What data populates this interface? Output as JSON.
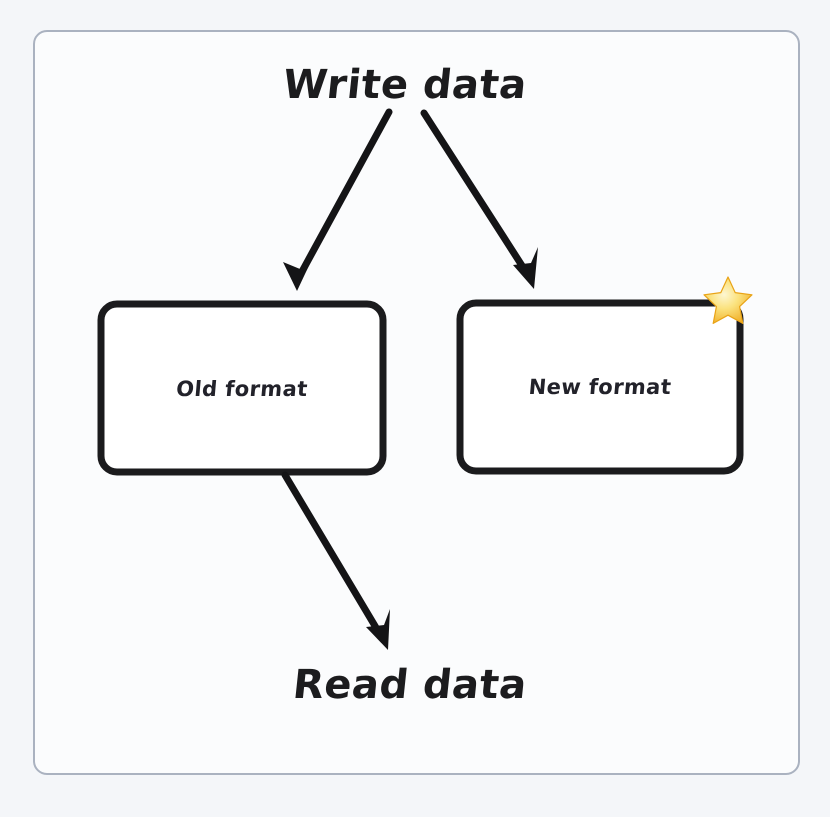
{
  "diagram": {
    "title_top": "Write data",
    "title_bottom": "Read data",
    "boxes": [
      {
        "id": "old-format",
        "label": "Old format",
        "starred": false
      },
      {
        "id": "new-format",
        "label": "New format",
        "starred": true
      }
    ],
    "badge": {
      "icon": "star-icon",
      "glyph": "★"
    },
    "arrows": [
      {
        "from": "Write data",
        "to": "Old format"
      },
      {
        "from": "Write data",
        "to": "New format"
      },
      {
        "from": "Old format",
        "to": "Read data"
      }
    ],
    "colors": {
      "page_background": "#f4f6f9",
      "frame_background": "#fbfcfd",
      "frame_border": "#aab2c0",
      "ink": "#1c1c1e",
      "star_gold": "#f5b41f",
      "star_light": "#fdf3c0"
    }
  }
}
